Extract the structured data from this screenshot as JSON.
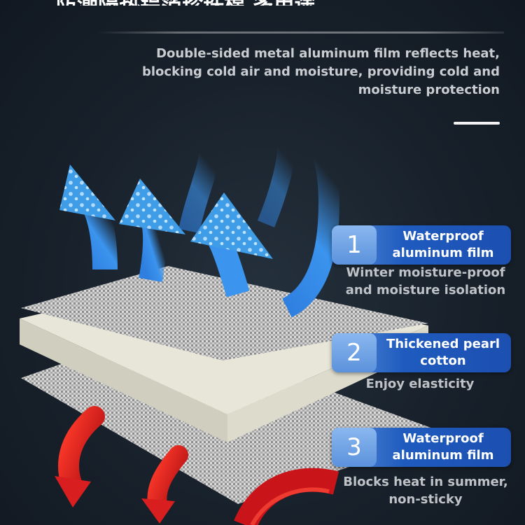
{
  "header": {
    "cut_heading": "防潮隔热铝箔珍珠棉 多用途",
    "intro_text": "Double-sided metal aluminum film reflects heat, blocking cold air and moisture, providing cold and moisture protection"
  },
  "layers": [
    {
      "number": "1",
      "title": "Waterproof aluminum film",
      "description": "Winter moisture-proof and moisture isolation"
    },
    {
      "number": "2",
      "title": "Thickened pearl cotton",
      "description": "Enjoy elasticity"
    },
    {
      "number": "3",
      "title": "Waterproof aluminum film",
      "description": "Blocks heat in summer, non-sticky"
    }
  ],
  "colors": {
    "background": "#18212b",
    "card_blue": "#1f5bbf",
    "number_blue": "#6a9fe3",
    "cold_arrow": "#3f9de8",
    "heat_arrow": "#d42020",
    "foam": "#e7e6d8"
  },
  "icons": [
    "cold-air-arrow-icon",
    "heat-arrow-icon"
  ]
}
